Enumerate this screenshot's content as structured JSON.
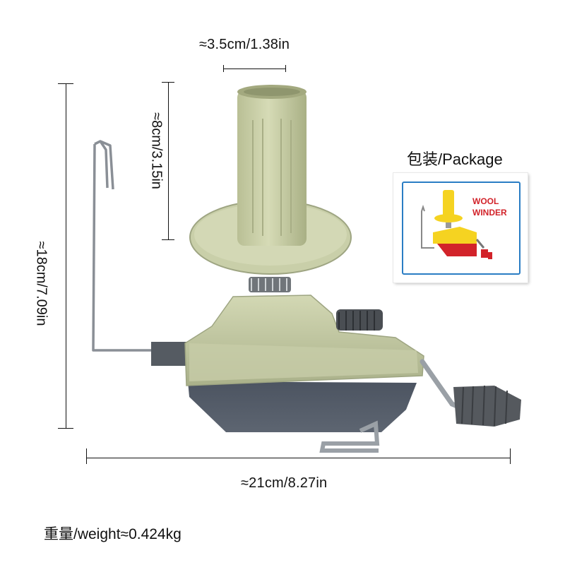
{
  "dimensions": {
    "top_width": "≈3.5cm/1.38in",
    "spindle_height": "≈8cm/3.15in",
    "total_height": "≈18cm/7.09in",
    "total_width": "≈21cm/8.27in"
  },
  "package": {
    "title": "包装/Package",
    "box_text_line1": "WOOL",
    "box_text_line2": "WINDER"
  },
  "weight": "重量/weight≈0.424kg",
  "colors": {
    "body": "#c9cfa9",
    "body_dark": "#9ea582",
    "base": "#545b66",
    "handle": "#6a6e72",
    "package_border": "#2a7dc4",
    "package_text": "#d2232a"
  }
}
